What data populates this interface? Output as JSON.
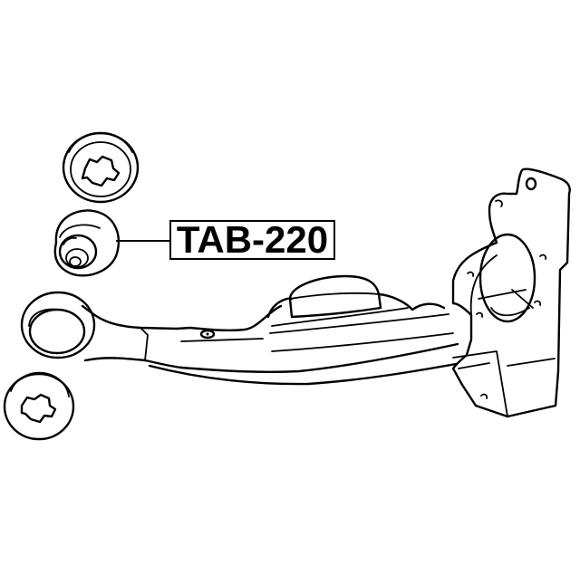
{
  "diagram": {
    "type": "exploded-parts-diagram",
    "subject": "rear suspension lower control arm with knuckle and bushings",
    "background_color": "#ffffff",
    "line_color": "#000000",
    "callout": {
      "label": "TAB-220",
      "points_to": "arm-bushing-middle"
    },
    "parts": [
      {
        "id": "bushing-top",
        "description": "bushing washer with star-shaped center, top-left"
      },
      {
        "id": "arm-bushing-middle",
        "description": "rubber arm bushing (called out part)"
      },
      {
        "id": "arm-eye",
        "description": "control arm eye / bushing bore at left end of arm"
      },
      {
        "id": "bushing-bottom",
        "description": "bushing washer with star-shaped center, bottom-left"
      },
      {
        "id": "lower-control-arm",
        "description": "lower control arm with spring seat"
      },
      {
        "id": "steering-knuckle",
        "description": "rear knuckle / hub carrier on right"
      }
    ]
  }
}
